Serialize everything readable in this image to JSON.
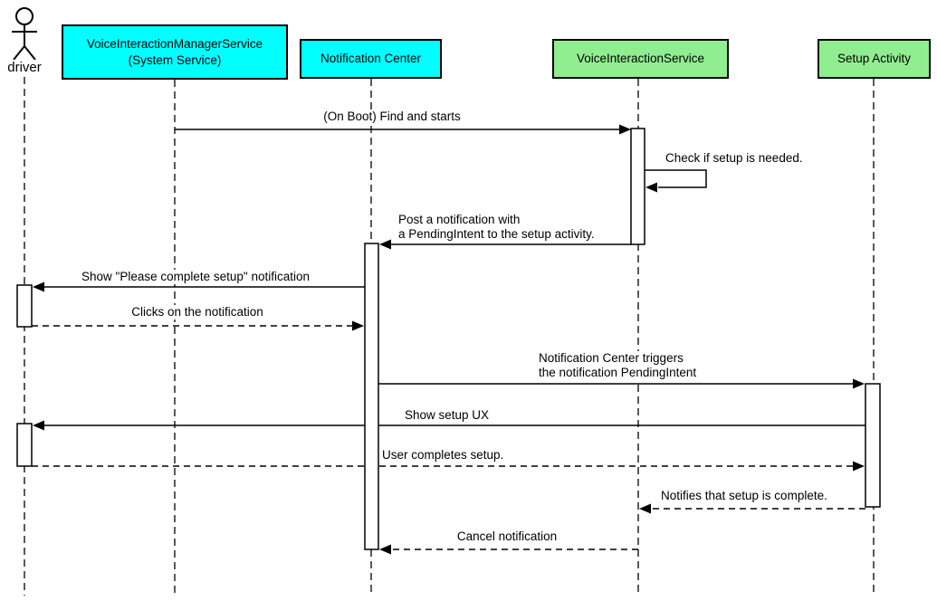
{
  "participants": {
    "driver": {
      "label": "driver",
      "type": "actor"
    },
    "vims": {
      "line1": "VoiceInteractionManagerService",
      "line2": "(System Service)",
      "fill": "#00ffff"
    },
    "nc": {
      "label": "Notification Center",
      "fill": "#00ffff"
    },
    "vis": {
      "label": "VoiceInteractionService",
      "fill": "#90ee90"
    },
    "sa": {
      "label": "Setup Activity",
      "fill": "#90ee90"
    }
  },
  "messages": {
    "m1": {
      "label": "(On Boot) Find and starts",
      "from": "vims",
      "to": "vis",
      "line": "solid"
    },
    "m2": {
      "label": "Check if setup is needed.",
      "from": "vis",
      "to": "vis",
      "line": "solid",
      "self": true
    },
    "m3": {
      "line1": "Post a notification with",
      "line2": "a PendingIntent to the setup activity.",
      "from": "vis",
      "to": "nc",
      "line": "solid"
    },
    "m4": {
      "label": "Show \"Please complete setup\" notification",
      "from": "nc",
      "to": "driver",
      "line": "solid"
    },
    "m5": {
      "label": "Clicks on the notification",
      "from": "driver",
      "to": "nc",
      "line": "dashed"
    },
    "m6": {
      "line1": "Notification Center triggers",
      "line2": "the notification PendingIntent",
      "from": "nc",
      "to": "sa",
      "line": "solid"
    },
    "m7": {
      "label": "Show setup UX",
      "from": "sa",
      "to": "driver",
      "line": "solid"
    },
    "m8": {
      "label": "User completes setup.",
      "from": "driver",
      "to": "sa",
      "line": "dashed"
    },
    "m9": {
      "label": "Notifies that setup is complete.",
      "from": "sa",
      "to": "vis",
      "line": "dashed"
    },
    "m10": {
      "label": "Cancel notification",
      "from": "vis",
      "to": "nc",
      "line": "dashed"
    }
  },
  "colors": {
    "participant_cyan": "#00ffff",
    "participant_green": "#90ee90",
    "line": "#000000",
    "background": "#ffffff"
  }
}
